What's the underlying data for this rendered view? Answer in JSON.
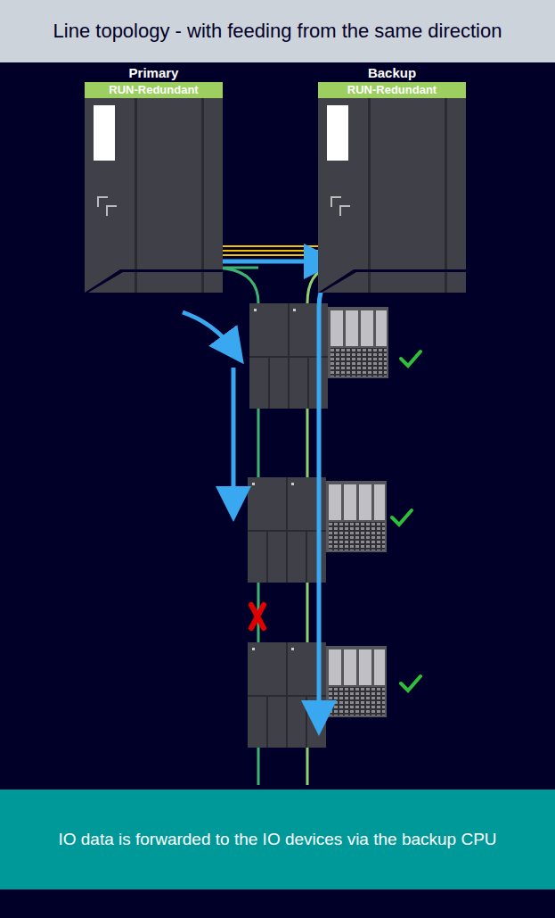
{
  "diagram": {
    "title": "Line topology - with feeding from the same direction",
    "caption": "IO data is forwarded to the IO devices via the backup CPU",
    "nodes": [
      {
        "text": [
          "Primary",
          "RUN-Redundant"
        ]
      },
      {
        "text": [
          "Backup",
          "RUN-Redundant"
        ]
      }
    ],
    "edges": [
      {
        "from": 0,
        "to": 1,
        "arrow": "none"
      },
      {
        "from": 0,
        "to": 1,
        "arrow": "to"
      }
    ]
  }
}
